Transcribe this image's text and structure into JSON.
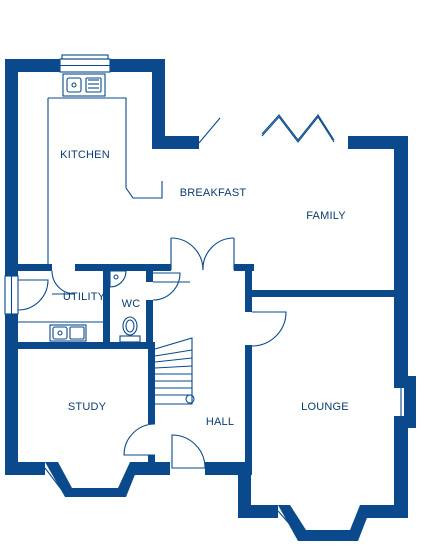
{
  "colors": {
    "wall": "#0a4a8c",
    "text": "#0a3d73",
    "background": "#ffffff"
  },
  "rooms": {
    "kitchen": "KITCHEN",
    "breakfast": "BREAKFAST",
    "family": "FAMILY",
    "utility": "UTILITY",
    "wc": "WC",
    "study": "STUDY",
    "hall": "HALL",
    "lounge": "LOUNGE"
  }
}
